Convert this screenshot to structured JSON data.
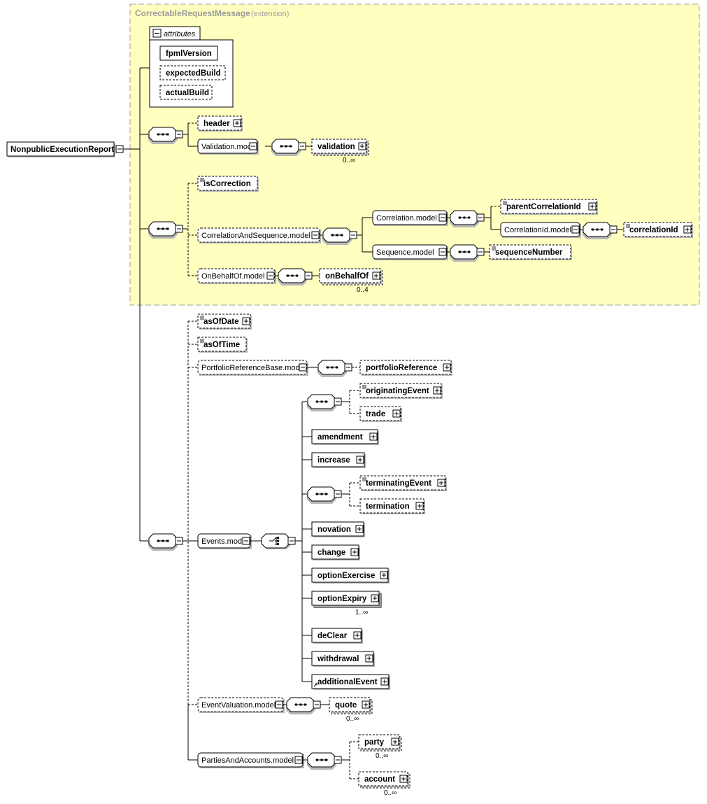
{
  "extension": {
    "type_name": "CorrectableRequestMessage",
    "suffix": "(extension)"
  },
  "root": "NonpublicExecutionReport",
  "attributes": {
    "title": "attributes",
    "items": [
      "fpmlVersion",
      "expectedBuild",
      "actualBuild"
    ]
  },
  "elements": {
    "header": "header",
    "validation_model": "Validation.model",
    "validation": "validation",
    "isCorrection": "isCorrection",
    "correlation_and_sequence_model": "CorrelationAndSequence.model",
    "correlation_model": "Correlation.model",
    "parentCorrelationId": "parentCorrelationId",
    "correlationid_model": "CorrelationId.model",
    "correlationId": "correlationId",
    "sequence_model": "Sequence.model",
    "sequenceNumber": "sequenceNumber",
    "onbehalfof_model": "OnBehalfOf.model",
    "onBehalfOf": "onBehalfOf",
    "asOfDate": "asOfDate",
    "asOfTime": "asOfTime",
    "portfolio_reference_base_model": "PortfolioReferenceBase.model",
    "portfolioReference": "portfolioReference",
    "events_model": "Events.model",
    "originatingEvent": "originatingEvent",
    "trade": "trade",
    "amendment": "amendment",
    "increase": "increase",
    "terminatingEvent": "terminatingEvent",
    "termination": "termination",
    "novation": "novation",
    "change": "change",
    "optionExercise": "optionExercise",
    "optionExpiry": "optionExpiry",
    "deClear": "deClear",
    "withdrawal": "withdrawal",
    "additionalEvent": "additionalEvent",
    "event_valuation_model": "EventValuation.model",
    "quote": "quote",
    "parties_and_accounts_model": "PartiesAndAccounts.model",
    "party": "party",
    "account": "account"
  },
  "occurrences": {
    "validation": "0..∞",
    "onBehalfOf": "0..4",
    "optionExpiry": "1..∞",
    "quote": "0..∞",
    "party": "0..∞",
    "account": "0..∞"
  },
  "colors": {
    "extension_fill": "#ffffc0",
    "extension_border": "#a0a0a0",
    "node_fill": "#ffffff",
    "shadow": "#b0b0b0"
  }
}
